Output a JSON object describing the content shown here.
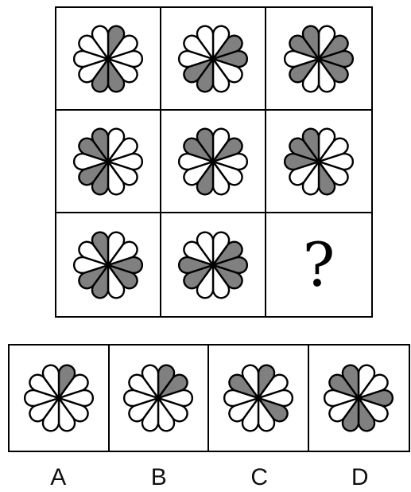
{
  "colors": {
    "shaded": "#808080",
    "white": "#ffffff",
    "outline": "#000000"
  },
  "grid": {
    "cells": [
      {
        "shaded_petals": [
          0,
          4,
          5
        ]
      },
      {
        "shaded_petals": [
          1,
          2,
          5,
          6
        ]
      },
      {
        "shaded_petals": [
          1,
          2,
          3,
          6,
          8,
          9
        ]
      },
      {
        "shaded_petals": [
          5,
          6,
          8,
          9
        ]
      },
      {
        "shaded_petals": [
          1,
          5,
          8,
          9
        ]
      },
      {
        "shaded_petals": [
          4,
          7,
          8,
          9
        ]
      },
      {
        "shaded_petals": [
          2,
          3,
          5,
          6,
          9
        ]
      },
      {
        "shaded_petals": [
          1,
          2,
          3,
          6,
          7
        ]
      },
      {
        "question": "?"
      }
    ]
  },
  "options": [
    {
      "label": "A",
      "shaded_petals": [
        0
      ]
    },
    {
      "label": "B",
      "shaded_petals": [
        0,
        1
      ]
    },
    {
      "label": "C",
      "shaded_petals": [
        0,
        3,
        8
      ]
    },
    {
      "label": "D",
      "shaded_petals": [
        2,
        4,
        5,
        8,
        9
      ]
    }
  ]
}
